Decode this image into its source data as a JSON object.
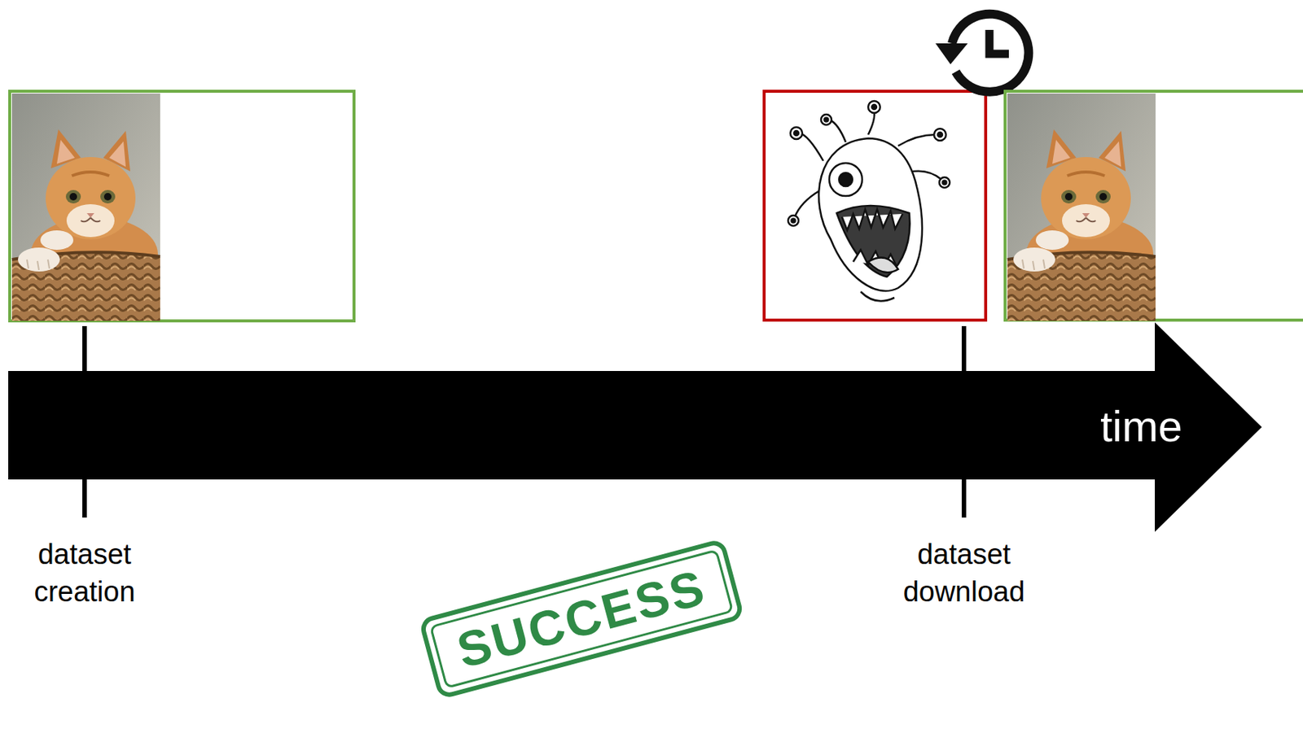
{
  "diagram": {
    "nodes": [
      {
        "text": [
          "time"
        ]
      },
      {
        "text": [
          "SUCCESS"
        ]
      }
    ],
    "labels": [
      "dataset creation",
      "dataset download"
    ]
  }
}
